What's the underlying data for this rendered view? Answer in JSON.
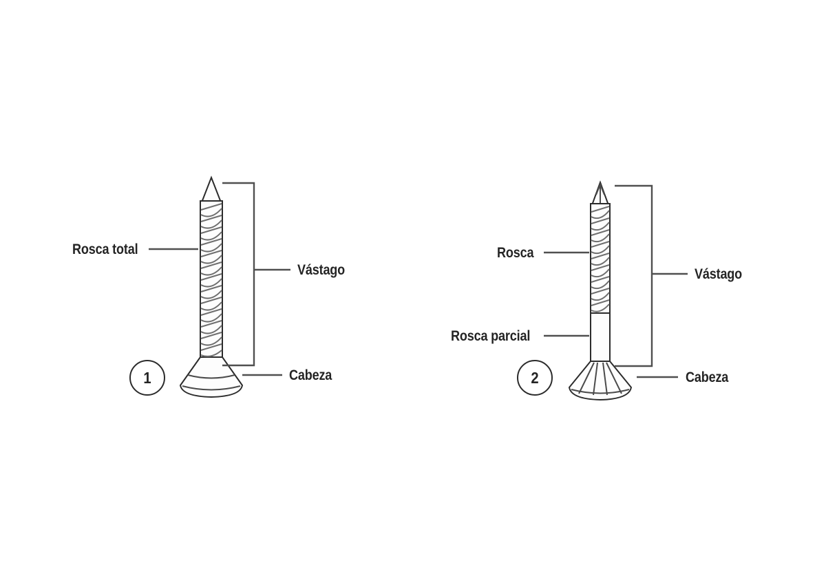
{
  "figure": {
    "background_color": "#ffffff",
    "line_color": "#2b2b2b",
    "thread_color": "#6f6f6f",
    "leader_color": "#4f4f4f",
    "text_color": "#242424"
  },
  "screws": [
    {
      "id": "screw-1",
      "badge": "1",
      "labels": {
        "thread": "Rosca total",
        "shank": "Vástago",
        "head": "Cabeza"
      }
    },
    {
      "id": "screw-2",
      "badge": "2",
      "labels": {
        "thread": "Rosca",
        "partial_thread": "Rosca parcial",
        "shank": "Vástago",
        "head": "Cabeza"
      }
    }
  ]
}
